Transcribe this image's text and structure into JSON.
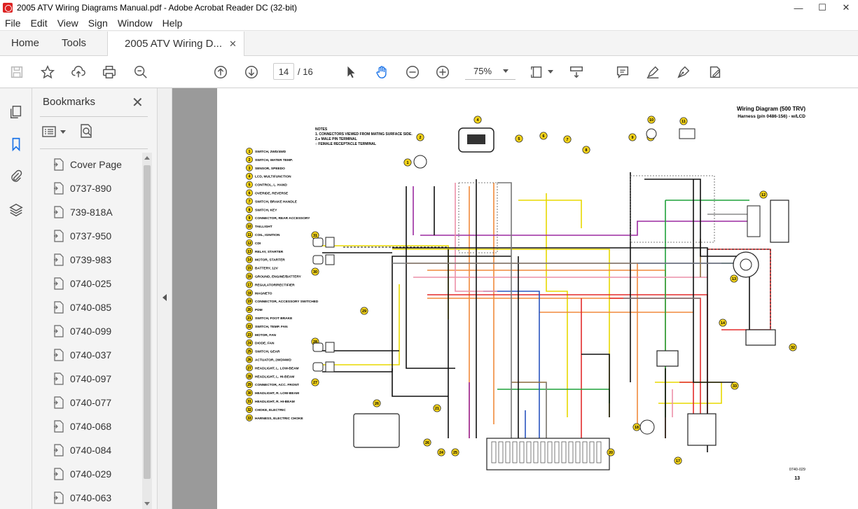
{
  "window": {
    "title": "2005 ATV Wiring Diagrams Manual.pdf - Adobe Acrobat Reader DC (32-bit)"
  },
  "menu": [
    "File",
    "Edit",
    "View",
    "Sign",
    "Window",
    "Help"
  ],
  "tabs": {
    "home": "Home",
    "tools": "Tools",
    "document": "2005 ATV Wiring D..."
  },
  "toolbar": {
    "page_current": "14",
    "page_total": "/ 16",
    "zoom": "75%"
  },
  "bookmarks": {
    "title": "Bookmarks",
    "items": [
      "Cover Page",
      "0737-890",
      "739-818A",
      "0737-950",
      "0739-983",
      "0740-025",
      "0740-085",
      "0740-099",
      "0740-037",
      "0740-097",
      "0740-077",
      "0740-068",
      "0740-084",
      "0740-029",
      "0740-063"
    ]
  },
  "diagram": {
    "title": "Wiring Diagram (500 TRV)",
    "subtitle": "Harness (p/n 0486-156) - w/LCD",
    "notes": [
      "NOTES",
      "1. CONNECTORS VIEWED FROM MATING SURFACE SIDE.",
      "2.● MALE PIN TERMINAL",
      "○ FEMALE RECEPTACLE TERMINAL"
    ],
    "legend": [
      "SWITCH, 2WD/4WD",
      "SWITCH, WATER TEMP.",
      "SENSOR, SPEEDO",
      "LCD, MULTIFUNCTION",
      "CONTROL, L. HAND",
      "OVERIDE, REVERSE",
      "SWITCH, BRAKE HANDLE",
      "SWITCH, KEY",
      "CONNECTOR, REAR ACCESSORY",
      "TAILLIGHT",
      "COIL, IGNITION",
      "CDI",
      "RELAY, STARTER",
      "MOTOR, STARTER",
      "BATTERY, 12V",
      "GROUND, ENGINE/BATTERY",
      "REGULATOR/RECTIFIER",
      "MAGNETO",
      "CONNECTOR, ACCESSORY SWITCHED",
      "PDM",
      "SWITCH, FOOT BRAKE",
      "SWITCH, TEMP. FAN",
      "MOTOR, FAN",
      "DIODE, FAN",
      "SWITCH, GEAR",
      "ACTUATOR, 2WD/4WD",
      "HEADLIGHT, L. LOW-BEAM",
      "HEADLIGHT, L. HI-BEAM",
      "CONNECTOR, ACC. FRONT",
      "HEADLIGHT, R. LOW-BEAM",
      "HEADLIGHT, R. HI-BEAM",
      "CHOKE, ELECTRIC",
      "HARNESS, ELECTRIC CHOKE"
    ],
    "doc_code": "0740-029",
    "page_number": "13"
  }
}
